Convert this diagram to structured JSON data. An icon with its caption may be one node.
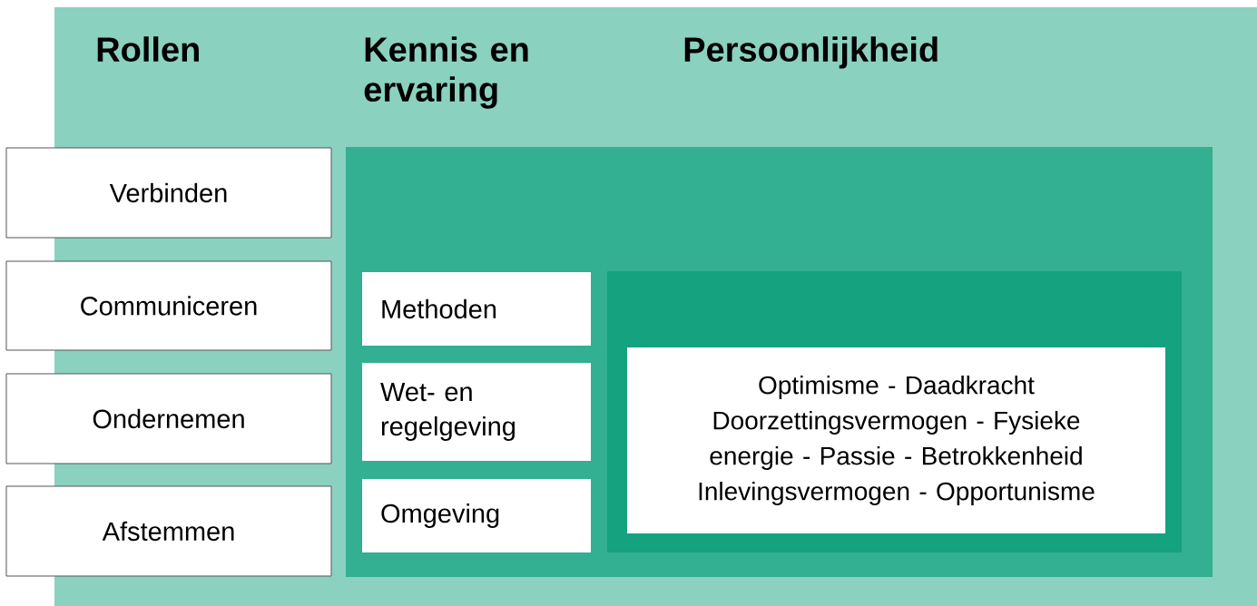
{
  "diagram": {
    "nodes": [
      {
        "text": [],
        "shape": "box"
      },
      {
        "text": [],
        "shape": "box",
        "in": 0
      },
      {
        "text": [],
        "shape": "box",
        "in": 1
      },
      {
        "text": [
          "Verbinden"
        ]
      },
      {
        "text": [
          "Communiceren"
        ]
      },
      {
        "text": [
          "Ondernemen"
        ]
      },
      {
        "text": [
          "Afstemmen"
        ]
      },
      {
        "text": [
          "Methoden"
        ],
        "in": 1
      },
      {
        "text": [
          "Wet- en regelgeving"
        ],
        "in": 1
      },
      {
        "text": [
          "Omgeving"
        ],
        "in": 1
      },
      {
        "text": [
          "Optimisme - Daadkracht Doorzettingsvermogen - Fysieke energie - Passie - Betrokkenheid Inlevingsvermogen - Opportunisme"
        ],
        "in": 2
      }
    ],
    "labels": [
      "Rollen",
      "Kennis en ervaring",
      "Persoonlijkheid"
    ]
  }
}
